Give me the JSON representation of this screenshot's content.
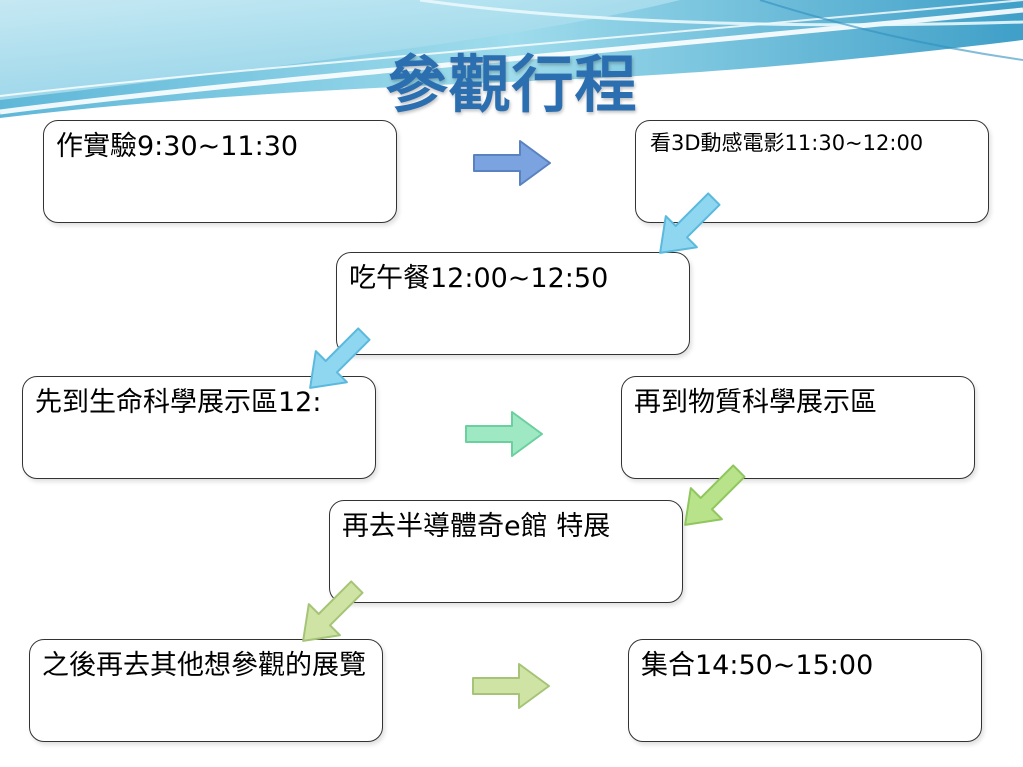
{
  "slide": {
    "title": "參觀行程",
    "steps": [
      {
        "label": "作實驗9:30~11:30"
      },
      {
        "label": "看3D動感電影11:30~12:00"
      },
      {
        "label": "吃午餐12:00~12:50"
      },
      {
        "label": "先到生命科學展示區12:"
      },
      {
        "label": "再到物質科學展示區"
      },
      {
        "label": "再去半導體奇e館 特展"
      },
      {
        "label": "之後再去其他想參觀的展覽"
      },
      {
        "label": "集合14:50~15:00"
      }
    ]
  },
  "colors": {
    "title": "#2c6fb1",
    "arrow_blue": "#7aa3e0",
    "arrow_cyan": "#8fd7f0",
    "arrow_mint": "#9fe8c4",
    "arrow_green": "#b9e38a",
    "arrow_olive": "#cfe4a4"
  }
}
